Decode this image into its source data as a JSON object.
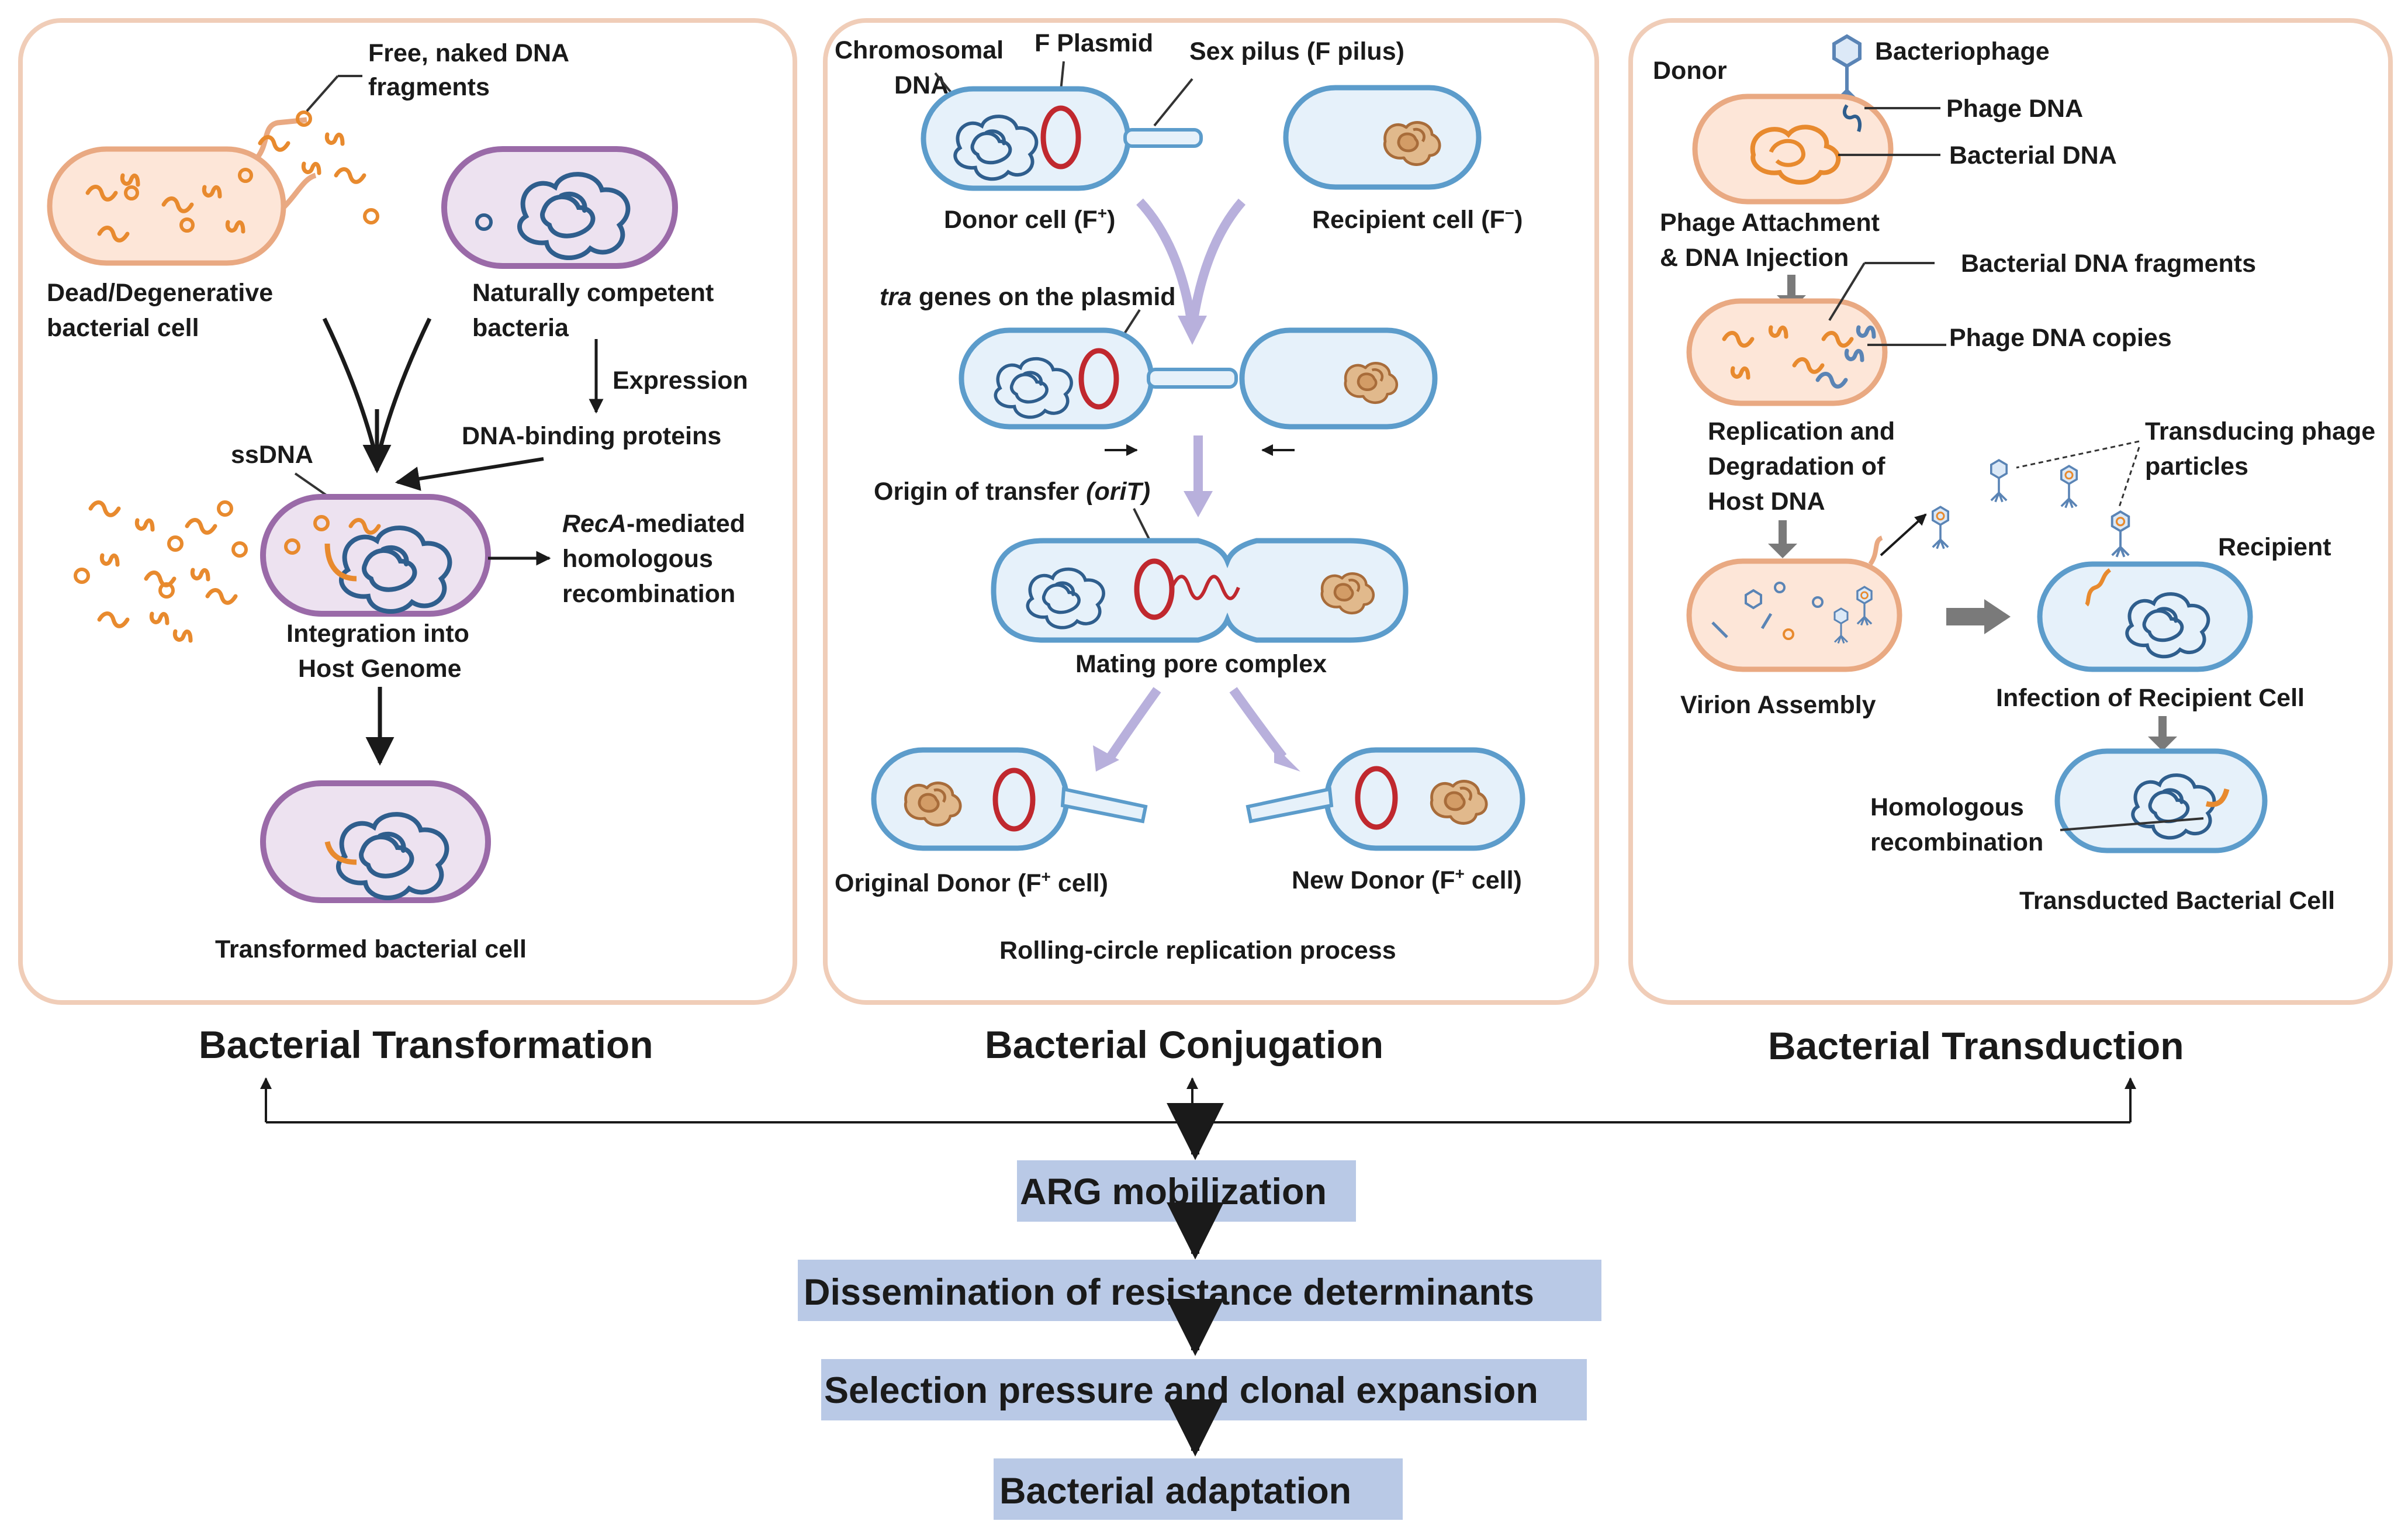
{
  "panels": {
    "transformation": {
      "title": "Bacterial Transformation",
      "labels": {
        "free_dna_1": "Free, naked DNA",
        "free_dna_2": "fragments",
        "dead_cell_1": "Dead/Degenerative",
        "dead_cell_2": "bacterial cell",
        "competent_1": "Naturally competent",
        "competent_2": "bacteria",
        "expression": "Expression",
        "dna_binding": "DNA-binding proteins",
        "ssdna": "ssDNA",
        "reca_italic": "RecA",
        "reca_rest": "-mediated",
        "homologous": "homologous",
        "recombination": "recombination",
        "integration_1": "Integration into",
        "integration_2": "Host Genome",
        "transformed": "Transformed bacterial cell"
      }
    },
    "conjugation": {
      "title": "Bacterial Conjugation",
      "labels": {
        "chromosomal_1": "Chromosomal",
        "chromosomal_2": "DNA",
        "f_plasmid": "F Plasmid",
        "sex_pilus": "Sex pilus (F pilus)",
        "donor_base": "Donor cell (F",
        "donor_sup": "+",
        "recipient_base": "Recipient cell (F",
        "recipient_sup": "−",
        "tra_italic": "tra",
        "tra_rest": " genes on the plasmid",
        "oriT_base": "Origin of transfer ",
        "oriT_italic": "(oriT)",
        "mating": "Mating pore complex",
        "orig_donor_base": "Original Donor (F",
        "new_donor_base": "New Donor (F",
        "cell_suffix": " cell)",
        "rolling": "Rolling-circle replication process"
      }
    },
    "transduction": {
      "title": "Bacterial Transduction",
      "labels": {
        "donor": "Donor",
        "bacteriophage": "Bacteriophage",
        "phage_dna": "Phage DNA",
        "bacterial_dna": "Bacterial DNA",
        "attach_1": "Phage Attachment",
        "attach_2": "& DNA Injection",
        "fragments": "Bacterial DNA fragments",
        "copies": "Phage DNA copies",
        "replication_1": "Replication and",
        "replication_2": "Degradation of",
        "replication_3": "Host DNA",
        "transducing_1": "Transducing phage",
        "transducing_2": "particles",
        "recipient": "Recipient",
        "virion": "Virion Assembly",
        "infection": "Infection of Recipient Cell",
        "homologous_1": "Homologous",
        "homologous_2": "recombination",
        "transducted": "Transducted Bacterial Cell"
      }
    }
  },
  "flow": {
    "steps": [
      "ARG mobilization",
      "Dissemination of resistance determinants",
      "Selection pressure and clonal expansion",
      "Bacterial adaptation"
    ]
  },
  "colors": {
    "panel_border": "#f0cdb8",
    "flow_box": "#b9c9e6",
    "dead_cell_fill": "#fde6d8",
    "dead_cell_stroke": "#e9a982",
    "competent_fill": "#ede2f0",
    "competent_stroke": "#9a6aa8",
    "blue_cell_fill": "#e6f1fa",
    "blue_cell_stroke": "#5c9ccb",
    "dna_blue": "#2f5e8d",
    "dna_orange": "#e88a2e",
    "plasmid_red": "#c0282e",
    "chromosome_tan": "#c98b56",
    "transfer_arrow": "#b8b0dc"
  }
}
